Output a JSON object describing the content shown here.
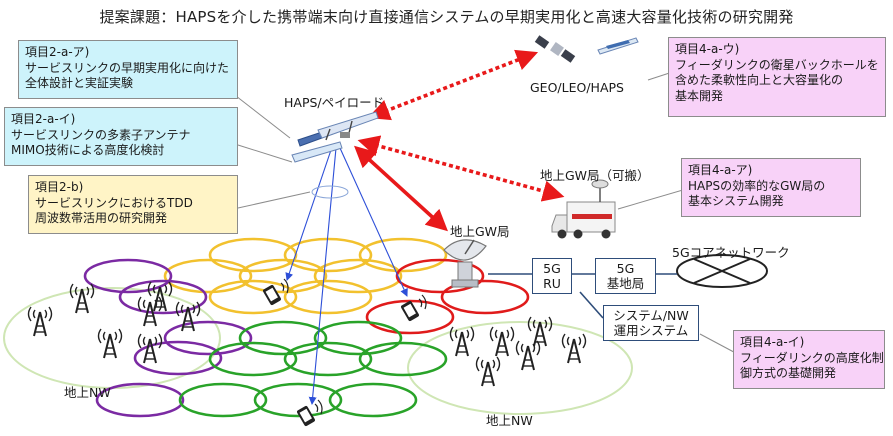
{
  "title": "提案課題：HAPSを介した携帯端末向け直接通信システムの早期実用化と高速大容量化技術の研究開発",
  "boxes": {
    "item_2aa": [
      "項目2-a-ア)",
      "サービスリンクの早期実用化に向けた",
      "全体設計と実証実験"
    ],
    "item_2ai": [
      "項目2-a-イ)",
      "サービスリンクの多素子アンテナ",
      "MIMO技術による高度化検討"
    ],
    "item_2b": [
      "項目2-b)",
      "サービスリンクにおけるTDD",
      "周波数帯活用の研究開発"
    ],
    "item_4au": [
      "項目4-a-ウ)",
      "フィーダリンクの衛星バックホールを",
      "含めた柔軟性向上と大容量化の",
      "基本開発"
    ],
    "item_4aa": [
      "項目4-a-ア)",
      "HAPSの効率的なGW局の",
      "基本システム開発"
    ],
    "item_4ai": [
      "項目4-a-イ)",
      "フィーダリンクの高度化制",
      "御方式の基礎開発"
    ]
  },
  "labels": {
    "haps_payload": "HAPS/ペイロード",
    "geo_leo_haps": "GEO/LEO/HAPS",
    "gw_portable": "地上GW局（可搬）",
    "gw_station": "地上GW局",
    "core_network": "5Gコアネットワーク",
    "terrestrial_nw_left": "地上NW",
    "terrestrial_nw_right": "地上NW"
  },
  "nodes": {
    "ru": [
      "5G",
      "RU"
    ],
    "base_station": [
      "5G",
      "基地局"
    ],
    "ops_system": [
      "システム/NW",
      "運用システム"
    ]
  },
  "colors": {
    "cyan_box": "#cdf3fb",
    "yellow_box": "#fff4c6",
    "pink_box": "#f8d2f8",
    "feeder_link": "#e8191a",
    "beam": "#2d4fd8",
    "cell_yellow": "#f2c12e",
    "cell_red": "#e01b1b",
    "cell_purple": "#7b2aa3",
    "cell_green": "#29a329",
    "nw_outline": "#cfe6b4"
  }
}
